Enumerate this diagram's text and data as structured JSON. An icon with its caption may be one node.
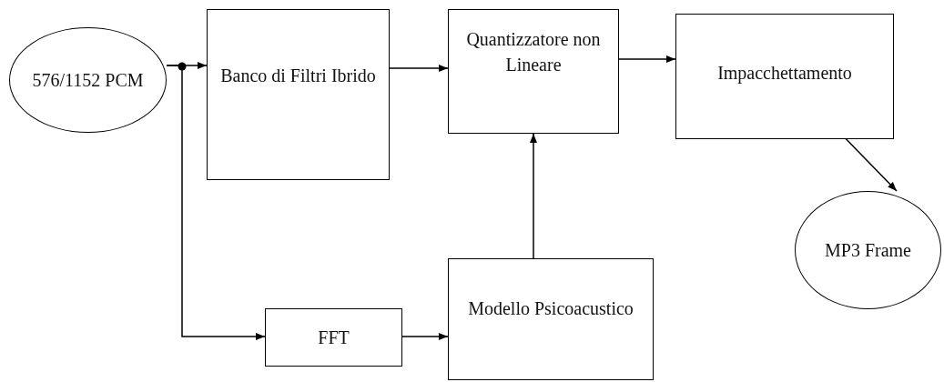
{
  "diagram": {
    "nodes": [
      {
        "text": [
          "576/1152 PCM"
        ]
      },
      {
        "text": [
          "Banco di Filtri Ibrido"
        ]
      },
      {
        "text": [
          "Quantizzatore non Lineare"
        ]
      },
      {
        "text": [
          "Impacchettamento"
        ]
      },
      {
        "text": [
          "MP3 Frame"
        ]
      },
      {
        "text": [
          "FFT"
        ]
      },
      {
        "text": [
          "Modello Psicoacustico"
        ]
      }
    ],
    "edges": [
      {
        "from": 0,
        "to": 1,
        "arrow": "to"
      },
      {
        "from": 0,
        "to": 5,
        "arrow": "to"
      },
      {
        "from": 1,
        "to": 2,
        "arrow": "to"
      },
      {
        "from": 5,
        "to": 6,
        "arrow": "to"
      },
      {
        "from": 6,
        "to": 2,
        "arrow": "to"
      },
      {
        "from": 2,
        "to": 3,
        "arrow": "to"
      },
      {
        "from": 3,
        "to": 4,
        "arrow": "to"
      }
    ]
  }
}
